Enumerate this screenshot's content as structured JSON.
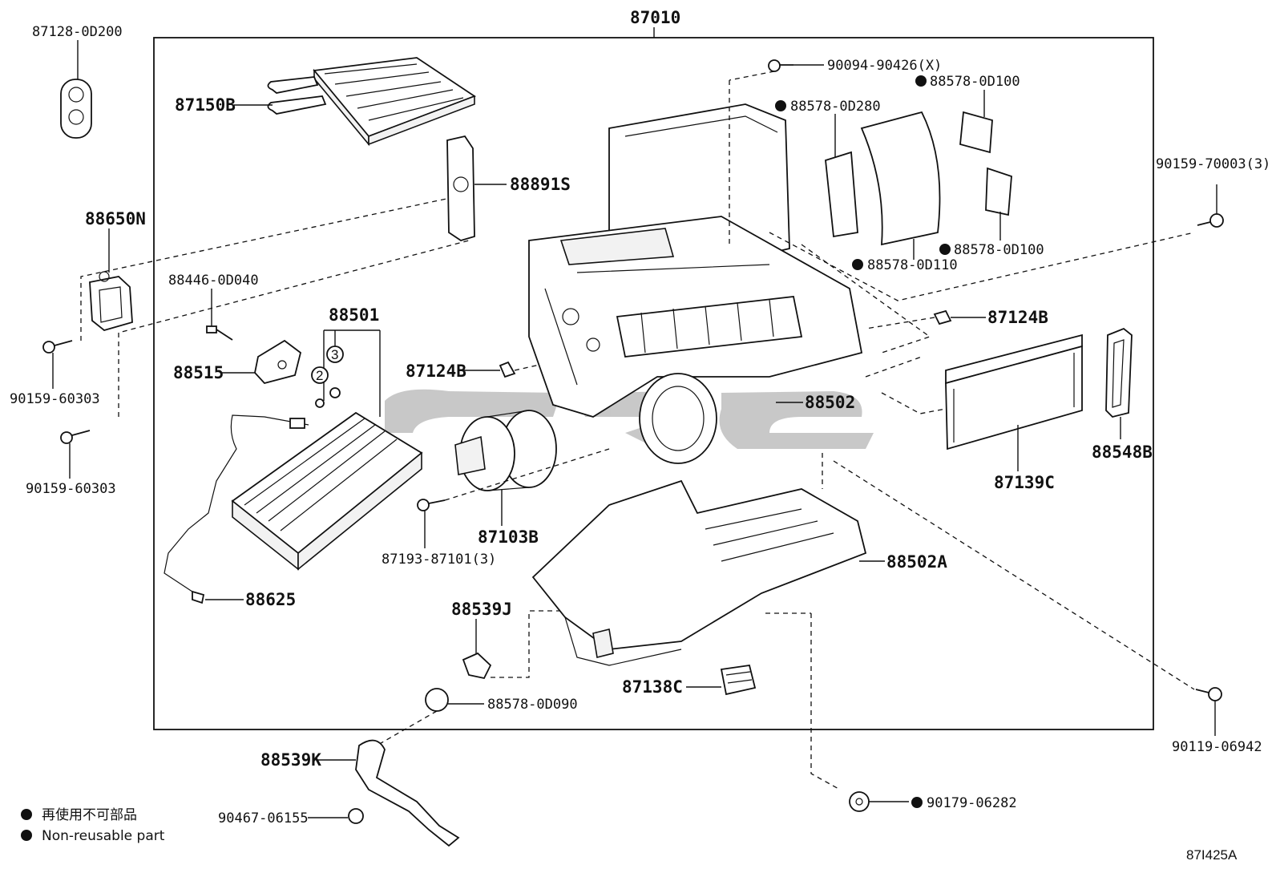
{
  "diagram": {
    "assembly_number": "87010",
    "reference_code": "87I425A",
    "labels": [
      {
        "id": "l-87128",
        "text": "87128-0D200"
      },
      {
        "id": "l-87150",
        "text": "87150B"
      },
      {
        "id": "l-88891",
        "text": "88891S"
      },
      {
        "id": "l-88650",
        "text": "88650N"
      },
      {
        "id": "l-88446",
        "text": "88446-0D040"
      },
      {
        "id": "l-88501",
        "text": "88501"
      },
      {
        "id": "l-88515",
        "text": "88515"
      },
      {
        "id": "l-9015960303a",
        "text": "90159-60303"
      },
      {
        "id": "l-9015960303b",
        "text": "90159-60303"
      },
      {
        "id": "l-88625",
        "text": "88625"
      },
      {
        "id": "l-87124b1",
        "text": "87124B"
      },
      {
        "id": "l-87103",
        "text": "87103B"
      },
      {
        "id": "l-87193",
        "text": "87193-87101(3)"
      },
      {
        "id": "l-88539j",
        "text": "88539J"
      },
      {
        "id": "l-885780d090",
        "text": "88578-0D090"
      },
      {
        "id": "l-88539k",
        "text": "88539K"
      },
      {
        "id": "l-90467",
        "text": "90467-06155"
      },
      {
        "id": "l-90094",
        "text": "90094-90426(X)"
      },
      {
        "id": "l-885780d100a",
        "text": "88578-0D100"
      },
      {
        "id": "l-885780d280",
        "text": "88578-0D280"
      },
      {
        "id": "l-9015970003",
        "text": "90159-70003(3)"
      },
      {
        "id": "l-885780d100b",
        "text": "88578-0D100"
      },
      {
        "id": "l-885780d110",
        "text": "88578-0D110"
      },
      {
        "id": "l-87124b2",
        "text": "87124B"
      },
      {
        "id": "l-88502",
        "text": "88502"
      },
      {
        "id": "l-87139",
        "text": "87139C"
      },
      {
        "id": "l-88548",
        "text": "88548B"
      },
      {
        "id": "l-88502a",
        "text": "88502A"
      },
      {
        "id": "l-87138",
        "text": "87138C"
      },
      {
        "id": "l-90119",
        "text": "90119-06942"
      },
      {
        "id": "l-90179",
        "text": "90179-06282"
      }
    ],
    "callouts": [
      "2",
      "3"
    ]
  },
  "legend": {
    "japanese": "再使用不可部品",
    "english": "Non-reusable part"
  }
}
